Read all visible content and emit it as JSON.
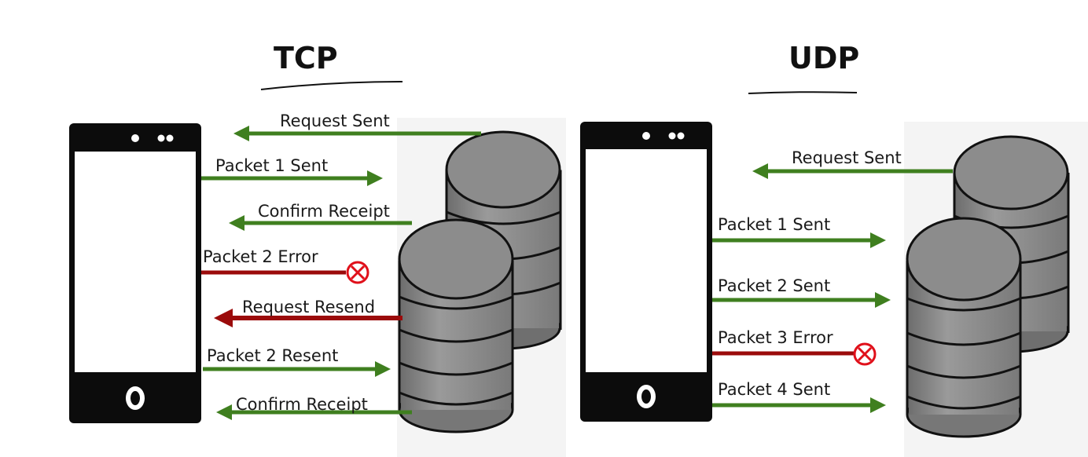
{
  "tcp": {
    "title": "TCP",
    "labels": {
      "request_sent": "Request Sent",
      "packet1_sent": "Packet 1 Sent",
      "confirm_receipt_1": "Confirm Receipt",
      "packet2_error": "Packet 2 Error",
      "request_resend": "Request Resend",
      "packet2_resent": "Packet 2 Resent",
      "confirm_receipt_2": "Confirm Receipt"
    }
  },
  "udp": {
    "title": "UDP",
    "labels": {
      "request_sent": "Request Sent",
      "packet1_sent": "Packet 1 Sent",
      "packet2_sent": "Packet 2 Sent",
      "packet3_error": "Packet 3 Error",
      "packet4_sent": "Packet 4 Sent"
    }
  },
  "colors": {
    "success_arrow": "#3f7f1f",
    "error_arrow": "#9b0b0b",
    "error_icon": "#e0101a",
    "phone": "#0c0c0c",
    "database": "#8c8c8c"
  }
}
